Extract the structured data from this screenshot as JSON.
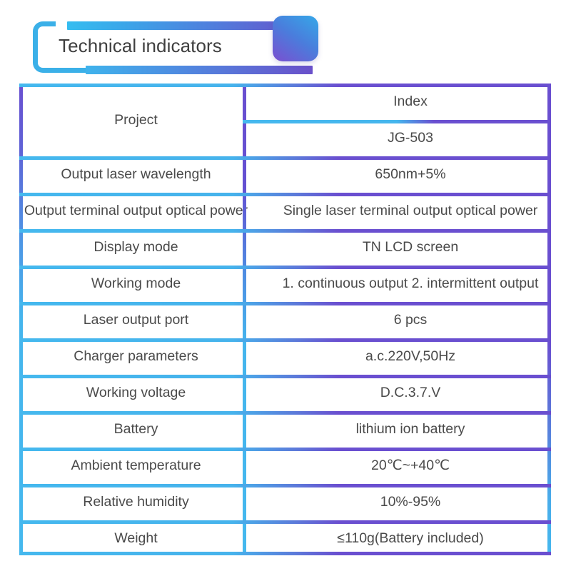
{
  "header": {
    "title": "Technical indicators",
    "accent_cyan": "#45b8ee",
    "accent_purple": "#6a4fd0"
  },
  "table": {
    "columns": [
      "Project",
      "Index"
    ],
    "rows": [
      {
        "project": "Project",
        "index": "Index"
      },
      {
        "project": "",
        "index": "JG-503"
      },
      {
        "project": "Output laser wavelength",
        "index": "650nm+5%"
      },
      {
        "project": "Output terminal output optical power",
        "index": "Single laser terminal output optical power"
      },
      {
        "project": "Display mode",
        "index": "TN LCD screen"
      },
      {
        "project": "Working mode",
        "index": "1. continuous output 2. intermittent output"
      },
      {
        "project": "Laser output port",
        "index": "6 pcs"
      },
      {
        "project": "Charger parameters",
        "index": "a.c.220V,50Hz"
      },
      {
        "project": "Working voltage",
        "index": "D.C.3.7.V"
      },
      {
        "project": "Battery",
        "index": "lithium ion battery"
      },
      {
        "project": "Ambient temperature",
        "index": "20℃~+40℃"
      },
      {
        "project": "Relative humidity",
        "index": "10%-95%"
      },
      {
        "project": "Weight",
        "index": "≤110g(Battery included)"
      }
    ]
  }
}
